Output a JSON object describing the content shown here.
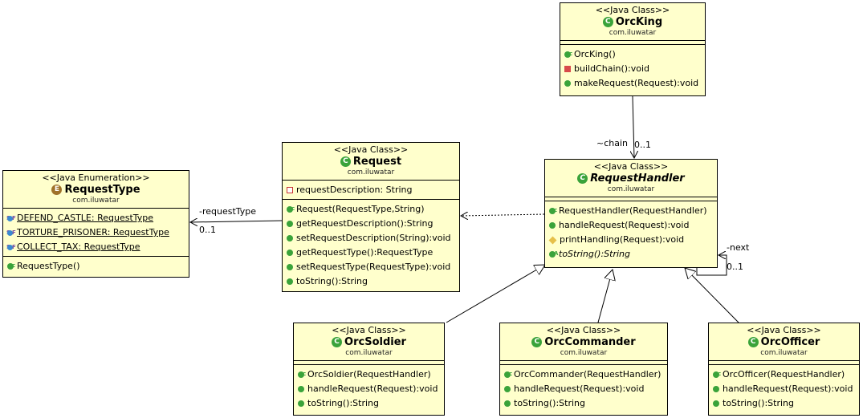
{
  "classes": {
    "orcking": {
      "stereotype": "<<Java Class>>",
      "name": "OrcKing",
      "package": "com.iluwatar",
      "methods": [
        "OrcKing()",
        "buildChain():void",
        "makeRequest(Request):void"
      ]
    },
    "request": {
      "stereotype": "<<Java Class>>",
      "name": "Request",
      "package": "com.iluwatar",
      "fields": [
        "requestDescription: String"
      ],
      "methods": [
        "Request(RequestType,String)",
        "getRequestDescription():String",
        "setRequestDescription(String):void",
        "getRequestType():RequestType",
        "setRequestType(RequestType):void",
        "toString():String"
      ]
    },
    "requesttype": {
      "stereotype": "<<Java Enumeration>>",
      "name": "RequestType",
      "package": "com.iluwatar",
      "fields": [
        "DEFEND_CASTLE: RequestType",
        "TORTURE_PRISONER: RequestType",
        "COLLECT_TAX: RequestType"
      ],
      "methods": [
        "RequestType()"
      ]
    },
    "requesthandler": {
      "stereotype": "<<Java Class>>",
      "name": "RequestHandler",
      "package": "com.iluwatar",
      "methods": [
        "RequestHandler(RequestHandler)",
        "handleRequest(Request):void",
        "printHandling(Request):void",
        "toString():String"
      ]
    },
    "orcsoldier": {
      "stereotype": "<<Java Class>>",
      "name": "OrcSoldier",
      "package": "com.iluwatar",
      "methods": [
        "OrcSoldier(RequestHandler)",
        "handleRequest(Request):void",
        "toString():String"
      ]
    },
    "orccommander": {
      "stereotype": "<<Java Class>>",
      "name": "OrcCommander",
      "package": "com.iluwatar",
      "methods": [
        "OrcCommander(RequestHandler)",
        "handleRequest(Request):void",
        "toString():String"
      ]
    },
    "orcofficer": {
      "stereotype": "<<Java Class>>",
      "name": "OrcOfficer",
      "package": "com.iluwatar",
      "methods": [
        "OrcOfficer(RequestHandler)",
        "handleRequest(Request):void",
        "toString():String"
      ]
    }
  },
  "icons": {
    "class": "C",
    "enum": "E"
  },
  "associations": {
    "chain_role": "~chain",
    "chain_mult": "0..1",
    "request_type_role": "-requestType",
    "request_type_mult": "0..1",
    "next_role": "-next",
    "next_mult": "0..1"
  },
  "colors": {
    "box_fill": "#ffffcc",
    "class_icon": "#3aa33a",
    "enum_icon": "#a0722a"
  }
}
